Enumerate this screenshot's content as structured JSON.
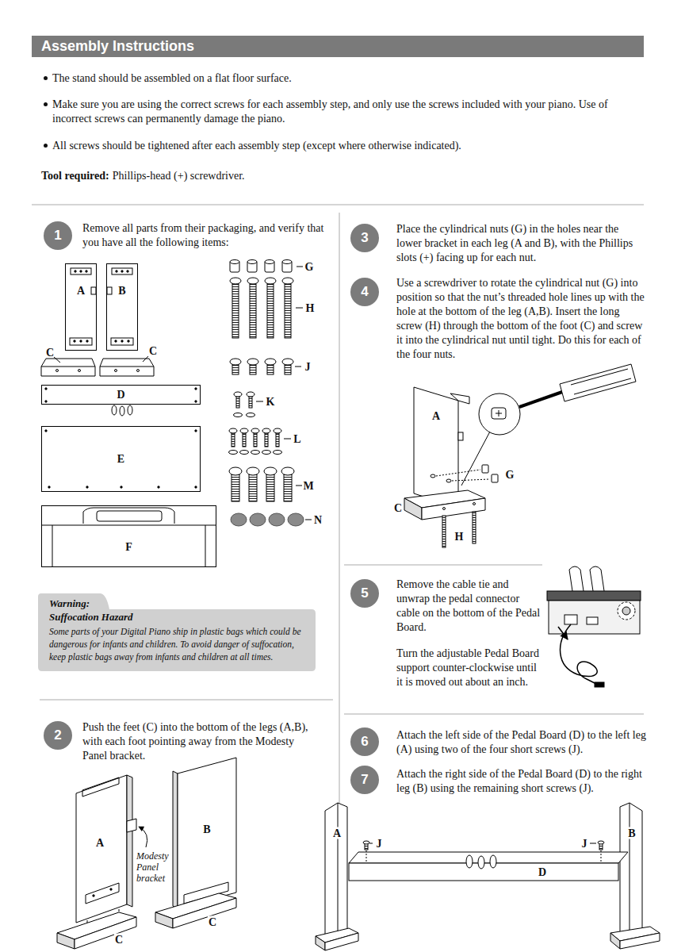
{
  "diagram": {
    "title": "Assembly Instructions",
    "nodes": [
      {
        "text": [
          "1"
        ]
      },
      {
        "text": [
          "A"
        ]
      },
      {
        "text": [
          "B"
        ]
      },
      {
        "text": [
          "D"
        ]
      },
      {
        "text": [
          "E"
        ]
      },
      {
        "text": [
          "F"
        ]
      },
      {
        "text": [
          "Warning:",
          "Suffocation Hazard",
          "Some parts of your Digital Piano ship in plastic bags which could be dangerous for infants and children. To avoid danger of suffocation, keep plastic bags away from infants and children at all times."
        ]
      },
      {
        "text": [
          "2"
        ]
      },
      {
        "text": [
          "3"
        ]
      },
      {
        "text": [
          "4"
        ]
      },
      {
        "text": [
          "5"
        ]
      },
      {
        "text": [
          "6"
        ]
      },
      {
        "text": [
          "7"
        ]
      }
    ],
    "labels": [
      "The stand should be assembled on a flat floor surface.",
      "Make sure you are using the correct screws for each assembly step, and only use the screws included with your piano. Use of incorrect screws can permanently damage the piano.",
      "All screws should be tightened after each assembly step (except where otherwise indicated).",
      "Tool required:",
      "Phillips-head (+) screwdriver.",
      "Remove all parts from their packaging, and verify that you have all the following items:",
      "C",
      "C",
      "G",
      "H",
      "J",
      "K",
      "L",
      "M",
      "N",
      "Push the feet (C) into the bottom of the legs (A,B), with each foot pointing away from the Modesty Panel bracket.",
      "A",
      "Modesty Panel bracket",
      "B",
      "C",
      "C",
      "Place the cylindrical nuts (G) in the holes near the lower bracket in each leg (A and B), with the Phillips slots (+) facing up for each nut.",
      "Use a screwdriver to rotate the cylindrical nut (G) into position so that the nut’s threaded hole lines up with the hole at the bottom of the leg (A,B). Insert the long screw (H) through the bottom of the foot (C) and screw it into the cylindrical nut until tight. Do this for each of the four nuts.",
      "A",
      "G",
      "C",
      "H",
      "Remove the cable tie and unwrap the pedal connector cable on the bottom of the Pedal Board.",
      "Turn the adjustable Pedal Board support counter-clockwise until it is moved out about an inch.",
      "Attach the left side of the Pedal Board (D) to the left leg (A) using two of the four short screws (J).",
      "Attach the right side of the Pedal Board (D) to the right leg (B) using the remaining short screws (J).",
      "A",
      "J",
      "J",
      "B",
      "D"
    ]
  }
}
